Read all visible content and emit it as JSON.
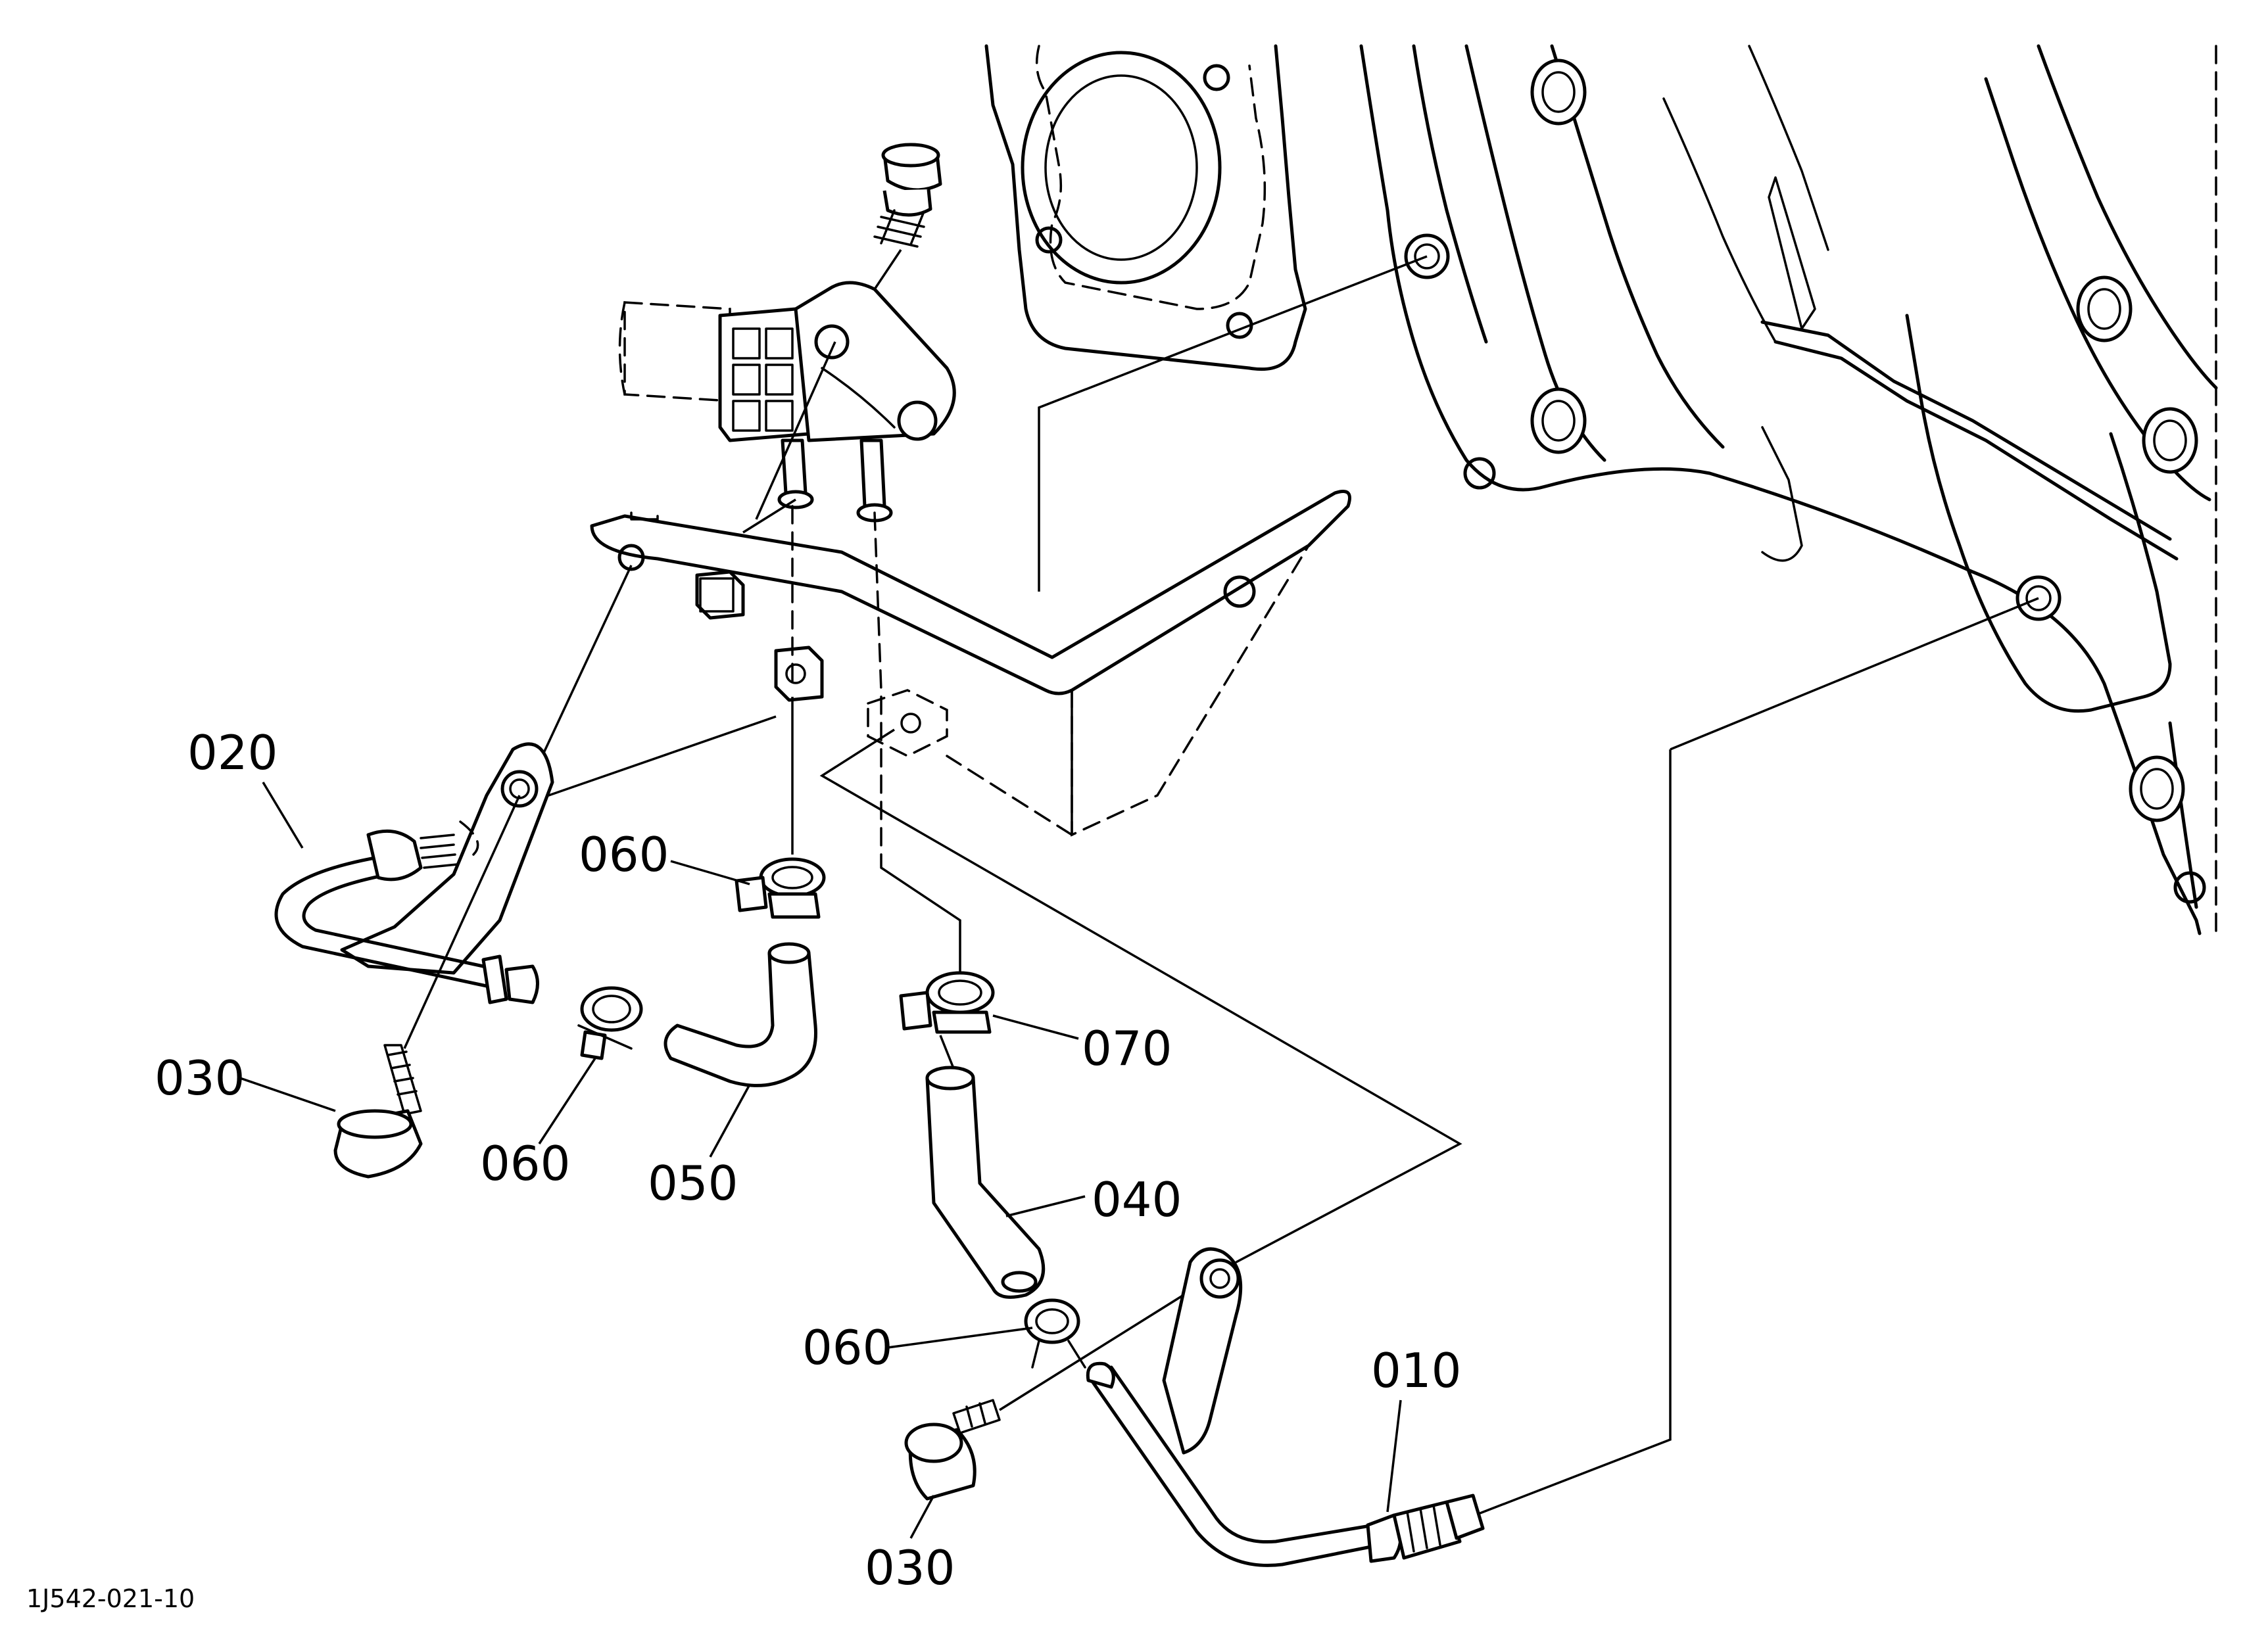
{
  "drawing_number": "1J542-021-10",
  "callouts": {
    "c010": "010",
    "c020": "020",
    "c030_left": "030",
    "c030_bottom": "030",
    "c040": "040",
    "c050": "050",
    "c060_top": "060",
    "c060_left": "060",
    "c060_bottom": "060",
    "c070": "070"
  }
}
